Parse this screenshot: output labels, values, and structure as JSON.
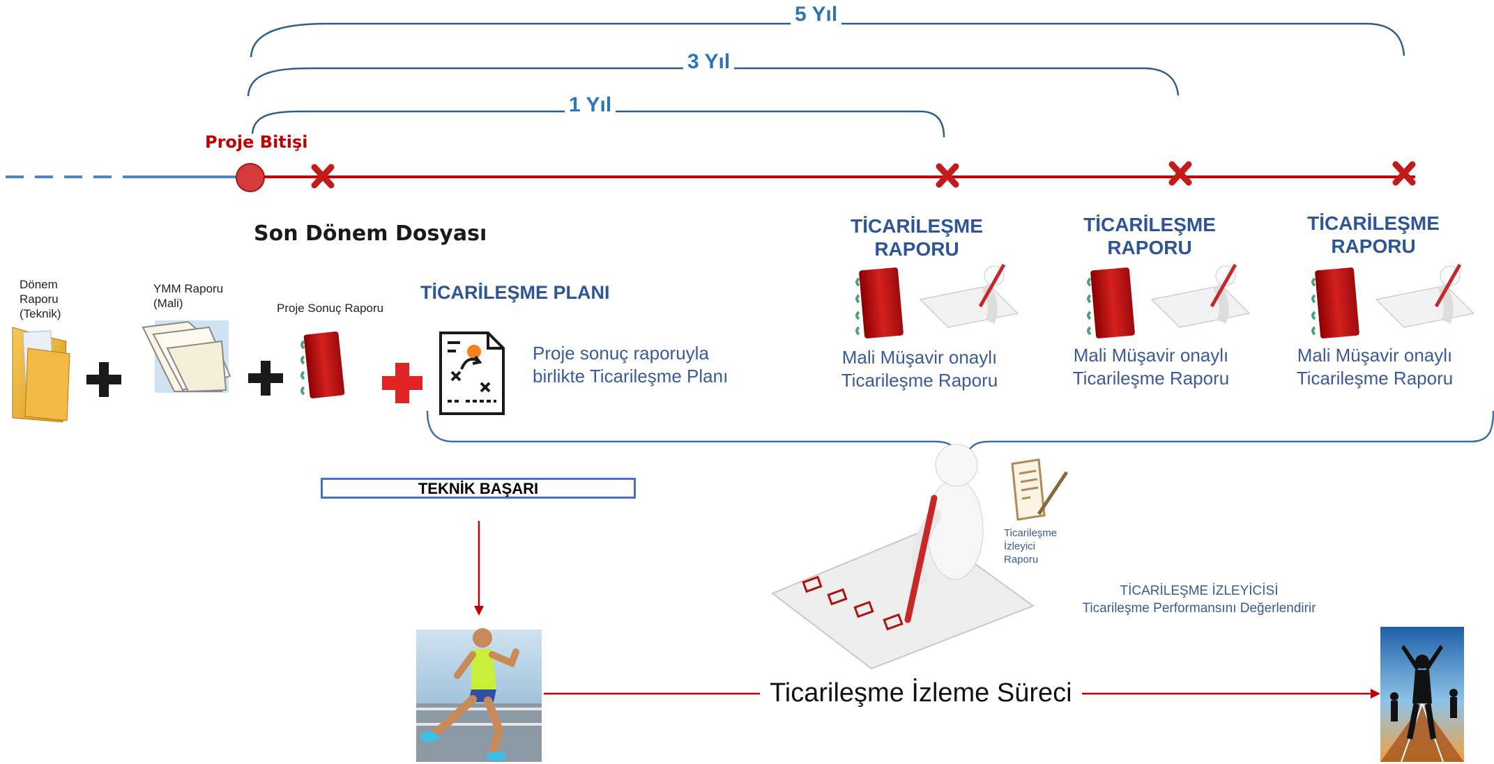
{
  "timeline": {
    "spans": {
      "five_years": "5 Yıl",
      "three_years": "3 Yıl",
      "one_year": "1 Yıl"
    },
    "project_end": "Proje Bitişi",
    "colors": {
      "past_line": "#4a86c5",
      "future_line": "#c00000",
      "brackets": "#2e5f8a",
      "arrows": "#c00000"
    }
  },
  "final_file": {
    "title": "Son Dönem Dosyası",
    "items": [
      {
        "label_lines": [
          "Dönem",
          "Raporu",
          "(Teknik)"
        ],
        "icon": "folder-icon"
      },
      {
        "label_lines": [
          "YMM Raporu",
          "(Mali)"
        ],
        "icon": "open-folder-icon"
      },
      {
        "label_lines": [
          "Proje Sonuç Raporu"
        ],
        "icon": "report-book-icon"
      }
    ],
    "plan": {
      "title": "TİCARİLEŞME PLANI",
      "description_lines": [
        "Proje sonuç raporuyla",
        "birlikte Ticarileşme Planı"
      ],
      "icon": "strategy-plan-icon"
    }
  },
  "reports": [
    {
      "title_lines": [
        "TİCARİLEŞME",
        "RAPORU"
      ],
      "subtitle_lines": [
        "Mali Müşavir onaylı",
        "Ticarileşme Raporu"
      ]
    },
    {
      "title_lines": [
        "TİCARİLEŞME",
        "RAPORU"
      ],
      "subtitle_lines": [
        "Mali Müşavir onaylı",
        "Ticarileşme Raporu"
      ]
    },
    {
      "title_lines": [
        "TİCARİLEŞME",
        "RAPORU"
      ],
      "subtitle_lines": [
        "Mali Müşavir onaylı",
        "Ticarileşme Raporu"
      ]
    }
  ],
  "technical_success": "TEKNİK BAŞARI",
  "monitor": {
    "doc_label_lines": [
      "Ticarileşme",
      "İzleyici",
      "Raporu"
    ],
    "title_lines": [
      "TİCARİLEŞME İZLEYİCİSİ",
      "Ticarileşme Performansını Değerlendirir"
    ]
  },
  "tracking_process": "Ticarileşme İzleme Süreci"
}
